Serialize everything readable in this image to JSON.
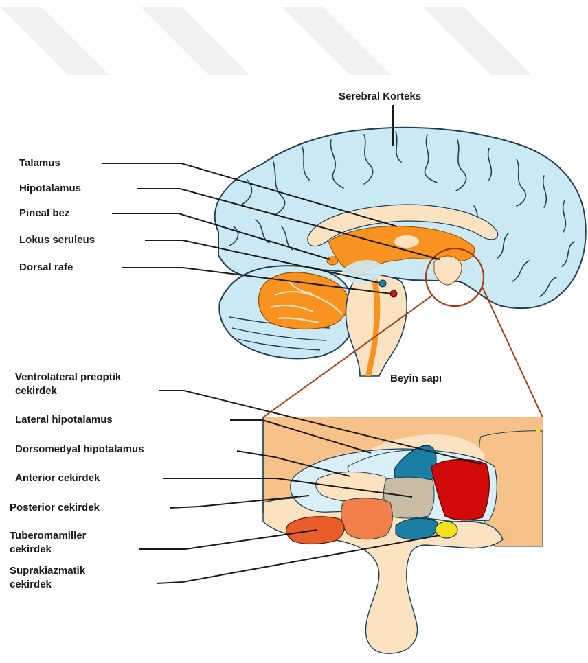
{
  "colors": {
    "cortex": "#cbe9f3",
    "cortex_line": "#1b3f57",
    "orange": "#f7931e",
    "cream": "#fbe3c2",
    "wedge_bg": "#f6c28a",
    "leader_line": "#1a1a1a",
    "zoom_line": "#a63a12",
    "teal": "#1b7ea3",
    "red": "#d20a0a",
    "dark_red": "#b81d1d",
    "coral": "#e85d2a",
    "salmon": "#f07f49",
    "gray": "#c8bca5",
    "yellow": "#f5e21a"
  },
  "labels": {
    "serebral_korteks": "Serebral Korteks",
    "talamus": "Talamus",
    "hipotalamus": "Hipotalamus",
    "pineal_bez": "Pineal bez",
    "lokus_seruleus": "Lokus seruleus",
    "dorsal_rafe": "Dorsal rafe",
    "beyin_sapi": "Beyin sapı",
    "ventrolateral_1": "Ventrolateral preoptik",
    "ventrolateral_2": "cekirdek",
    "lateral_hipotalamus": "Lateral hipotalamus",
    "dorsomedyal_hipotalamus": "Dorsomedyal hipotalamus",
    "anterior_cekirdek": "Anterior cekirdek",
    "posterior_cekirdek": "Posterior cekirdek",
    "tuberomamiller_1": "Tuberomamiller",
    "tuberomamiller_2": "cekirdek",
    "suprakiazmatik_1": "Suprakiazmatik",
    "suprakiazmatik_2": "cekirdek"
  }
}
